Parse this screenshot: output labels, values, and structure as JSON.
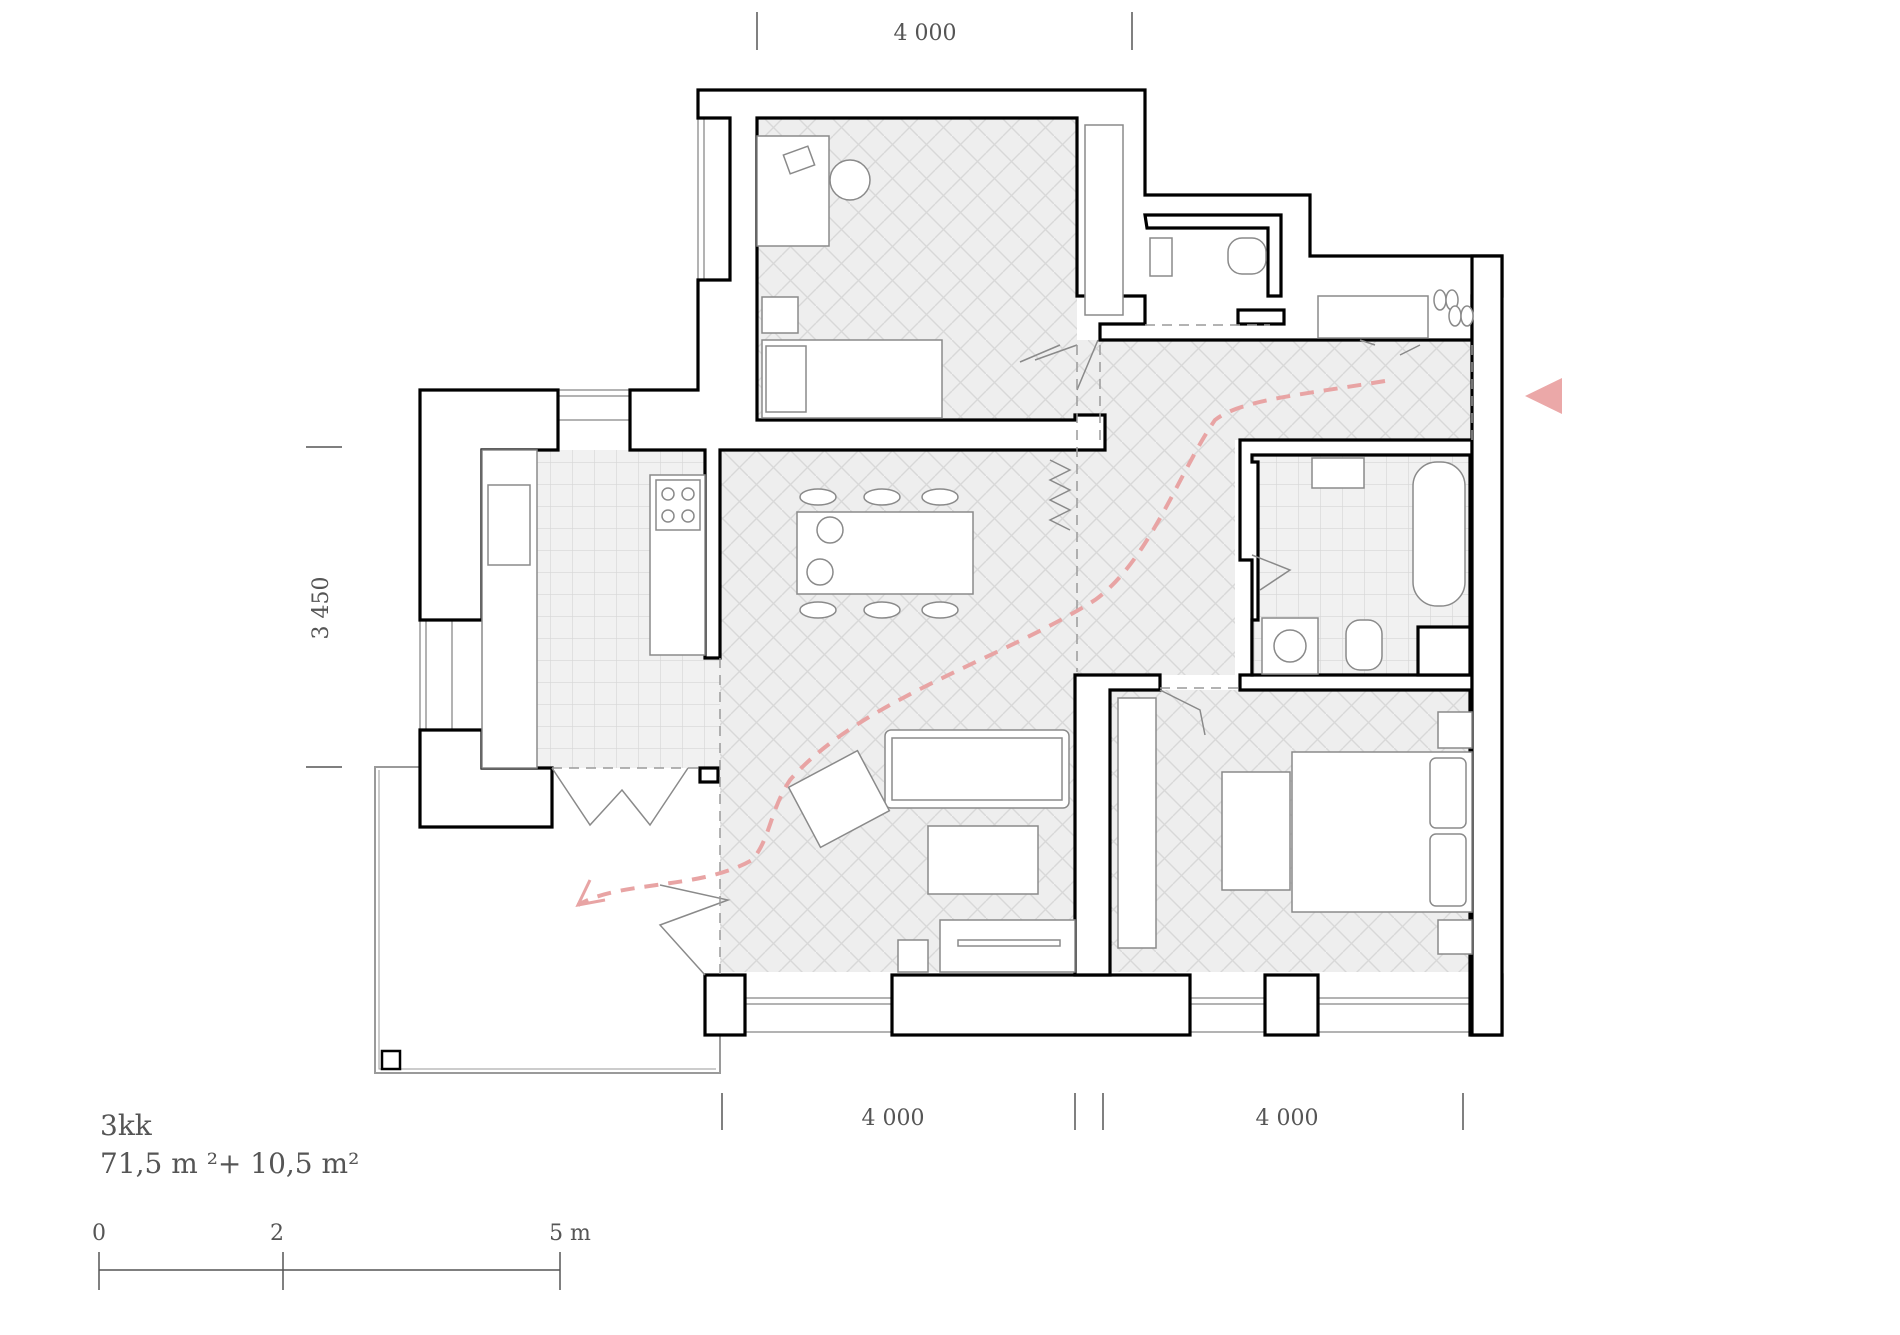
{
  "dimensions": {
    "top": "4 000",
    "left": "3 450",
    "bottom_left": "4 000",
    "bottom_right": "4 000"
  },
  "unit": {
    "type": "3kk",
    "area": "71,5 m ²+ 10,5 m²"
  },
  "scale_bar": {
    "tick0": "0",
    "tick1": "2",
    "tick2": "5 m"
  },
  "colors": {
    "wall": "#000000",
    "fill": "#ececec",
    "line": "#9a9a9a",
    "path": "#e8a4a4"
  },
  "icons": [
    "entrance-arrow-icon",
    "circulation-path",
    "scale-bar"
  ]
}
